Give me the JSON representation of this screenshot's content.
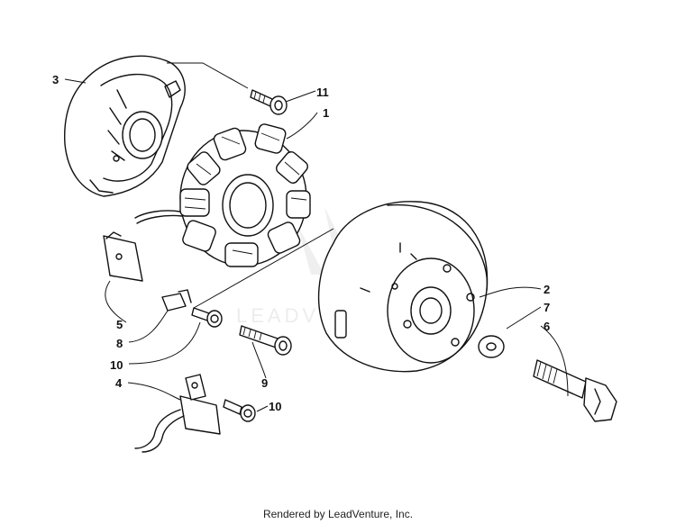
{
  "diagram": {
    "callouts": [
      {
        "id": "label-1",
        "text": "1"
      },
      {
        "id": "label-2",
        "text": "2"
      },
      {
        "id": "label-3",
        "text": "3"
      },
      {
        "id": "label-4",
        "text": "4"
      },
      {
        "id": "label-5",
        "text": "5"
      },
      {
        "id": "label-6",
        "text": "6"
      },
      {
        "id": "label-7",
        "text": "7"
      },
      {
        "id": "label-8",
        "text": "8"
      },
      {
        "id": "label-9",
        "text": "9"
      },
      {
        "id": "label-10a",
        "text": "10"
      },
      {
        "id": "label-10b",
        "text": "10"
      },
      {
        "id": "label-11",
        "text": "11"
      }
    ]
  },
  "footer": {
    "credit": "Rendered by LeadVenture, Inc."
  }
}
